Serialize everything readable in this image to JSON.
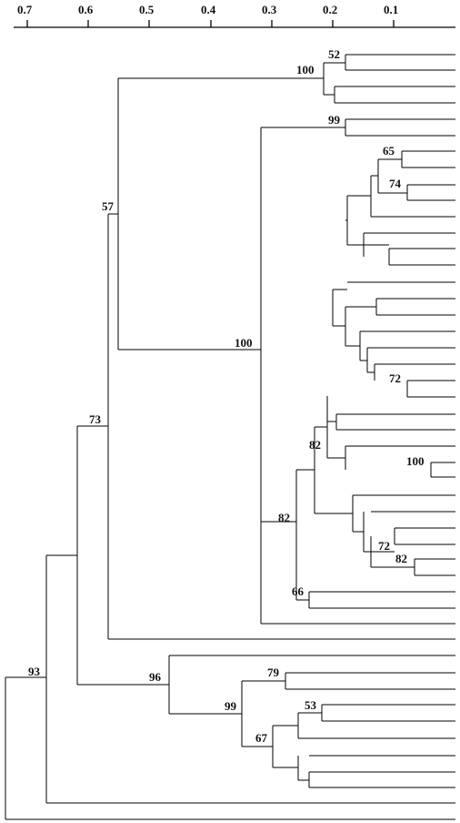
{
  "scale_ticks": [
    "0.7",
    "0.6",
    "0.5",
    "0.4",
    "0.3",
    "0.2",
    "0.1"
  ],
  "support_values": [
    "52",
    "100",
    "99",
    "65",
    "74",
    "72",
    "57",
    "100",
    "82",
    "100",
    "82",
    "72",
    "82",
    "66",
    "73",
    "96",
    "79",
    "53",
    "99",
    "67",
    "93"
  ]
}
